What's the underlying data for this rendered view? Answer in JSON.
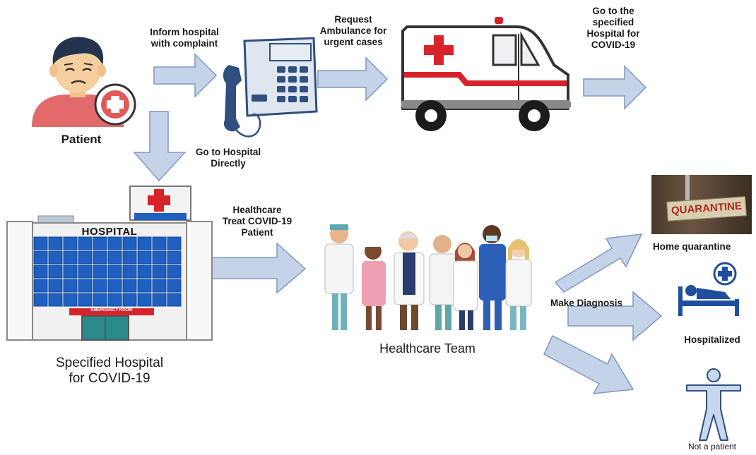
{
  "colors": {
    "arrow_fill": "#c5d3e8",
    "arrow_stroke": "#7f98c0",
    "building_blue": "#1f5fbf",
    "cross_red": "#d9232a",
    "phone_blue": "#2f4f7f"
  },
  "actors": {
    "patient": {
      "label": "Patient",
      "icon": "sick-patient-icon"
    },
    "phone": {
      "icon": "telephone-icon"
    },
    "ambulance": {
      "icon": "ambulance-icon"
    },
    "hospital": {
      "sign": "HOSPITAL",
      "door_sign": "EMERGENCY ROOM",
      "label_line1": "Specified Hospital",
      "label_line2": "for COVID-19",
      "icon": "hospital-building-icon"
    },
    "team": {
      "label": "Healthcare Team",
      "icon": "healthcare-team-icon"
    }
  },
  "steps": {
    "inform": {
      "line1": "Inform hospital",
      "line2": "with complaint"
    },
    "direct": {
      "line1": "Go to Hospital",
      "line2": "Directly"
    },
    "request": {
      "line1": "Request",
      "line2": "Ambulance for",
      "line3": "urgent cases"
    },
    "goto": {
      "line1": "Go to the",
      "line2": "specified",
      "line3": "Hospital for",
      "line4": "COVID-19"
    },
    "treat": {
      "line1": "Healthcare",
      "line2": "Treat COVID-19",
      "line3": "Patient"
    },
    "diagnose": {
      "label": "Make Diagnosis"
    }
  },
  "outcomes": {
    "quarantine": {
      "label": "Home quarantine",
      "sign": "QUARANTINE",
      "icon": "quarantine-door-icon"
    },
    "hospitalized": {
      "label": "Hospitalized",
      "icon": "hospital-bed-icon"
    },
    "not_patient": {
      "label": "Not a patient",
      "icon": "person-icon"
    }
  }
}
